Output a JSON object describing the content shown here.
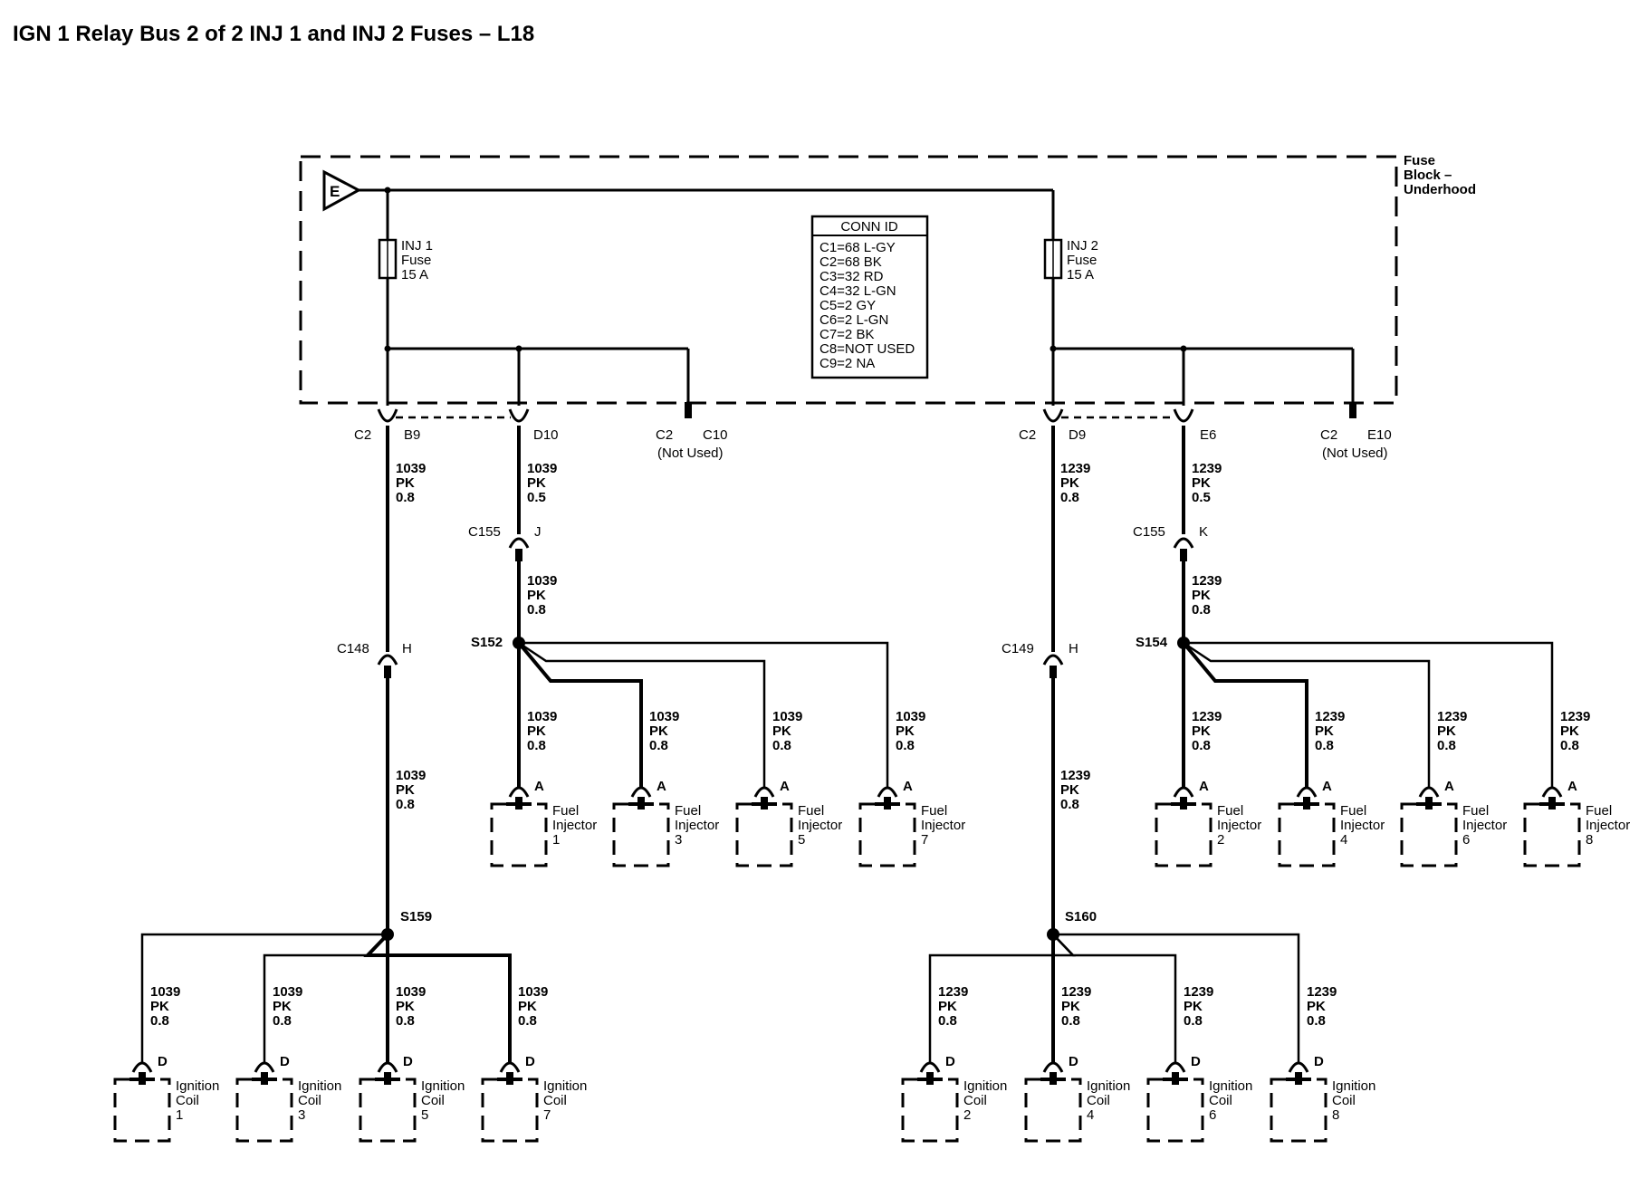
{
  "title": "IGN 1 Relay Bus 2 of 2 INJ 1 and INJ 2 Fuses – L18",
  "fuse_block": {
    "label": [
      "Fuse",
      "Block –",
      "Underhood"
    ],
    "bus_symbol": "E",
    "fuses": {
      "inj1": [
        "INJ 1",
        "Fuse",
        "15 A"
      ],
      "inj2": [
        "INJ 2",
        "Fuse",
        "15 A"
      ]
    },
    "conn_id": {
      "header": "CONN ID",
      "lines": [
        "C1=68 L-GY",
        "C2=68 BK",
        "C3=32 RD",
        "C4=32 L-GN",
        "C5=2 GY",
        "C6=2 L-GN",
        "C7=2 BK",
        "C8=NOT USED",
        "C9=2 NA"
      ]
    }
  },
  "connectors": {
    "b9": [
      "C2",
      "B9"
    ],
    "d10": "D10",
    "c10": [
      "C2",
      "C10",
      "(Not Used)"
    ],
    "d9": [
      "C2",
      "D9"
    ],
    "e6": "E6",
    "e10": [
      "C2",
      "E10",
      "(Not Used)"
    ],
    "c155j": [
      "C155",
      "J"
    ],
    "c155k": [
      "C155",
      "K"
    ],
    "c148": [
      "C148",
      "H"
    ],
    "c149": [
      "C149",
      "H"
    ]
  },
  "splices": {
    "s152": "S152",
    "s154": "S154",
    "s159": "S159",
    "s160": "S160"
  },
  "wires": {
    "w1039_08": [
      "1039",
      "PK",
      "0.8"
    ],
    "w1039_05": [
      "1039",
      "PK",
      "0.5"
    ],
    "w1239_08": [
      "1239",
      "PK",
      "0.8"
    ],
    "w1239_05": [
      "1239",
      "PK",
      "0.5"
    ]
  },
  "injectors": [
    {
      "pin": "A",
      "name": [
        "Fuel",
        "Injector",
        "1"
      ]
    },
    {
      "pin": "A",
      "name": [
        "Fuel",
        "Injector",
        "3"
      ]
    },
    {
      "pin": "A",
      "name": [
        "Fuel",
        "Injector",
        "5"
      ]
    },
    {
      "pin": "A",
      "name": [
        "Fuel",
        "Injector",
        "7"
      ]
    },
    {
      "pin": "A",
      "name": [
        "Fuel",
        "Injector",
        "2"
      ]
    },
    {
      "pin": "A",
      "name": [
        "Fuel",
        "Injector",
        "4"
      ]
    },
    {
      "pin": "A",
      "name": [
        "Fuel",
        "Injector",
        "6"
      ]
    },
    {
      "pin": "A",
      "name": [
        "Fuel",
        "Injector",
        "8"
      ]
    }
  ],
  "coils": [
    {
      "pin": "D",
      "name": [
        "Ignition",
        "Coil",
        "1"
      ]
    },
    {
      "pin": "D",
      "name": [
        "Ignition",
        "Coil",
        "3"
      ]
    },
    {
      "pin": "D",
      "name": [
        "Ignition",
        "Coil",
        "5"
      ]
    },
    {
      "pin": "D",
      "name": [
        "Ignition",
        "Coil",
        "7"
      ]
    },
    {
      "pin": "D",
      "name": [
        "Ignition",
        "Coil",
        "2"
      ]
    },
    {
      "pin": "D",
      "name": [
        "Ignition",
        "Coil",
        "4"
      ]
    },
    {
      "pin": "D",
      "name": [
        "Ignition",
        "Coil",
        "6"
      ]
    },
    {
      "pin": "D",
      "name": [
        "Ignition",
        "Coil",
        "8"
      ]
    }
  ]
}
